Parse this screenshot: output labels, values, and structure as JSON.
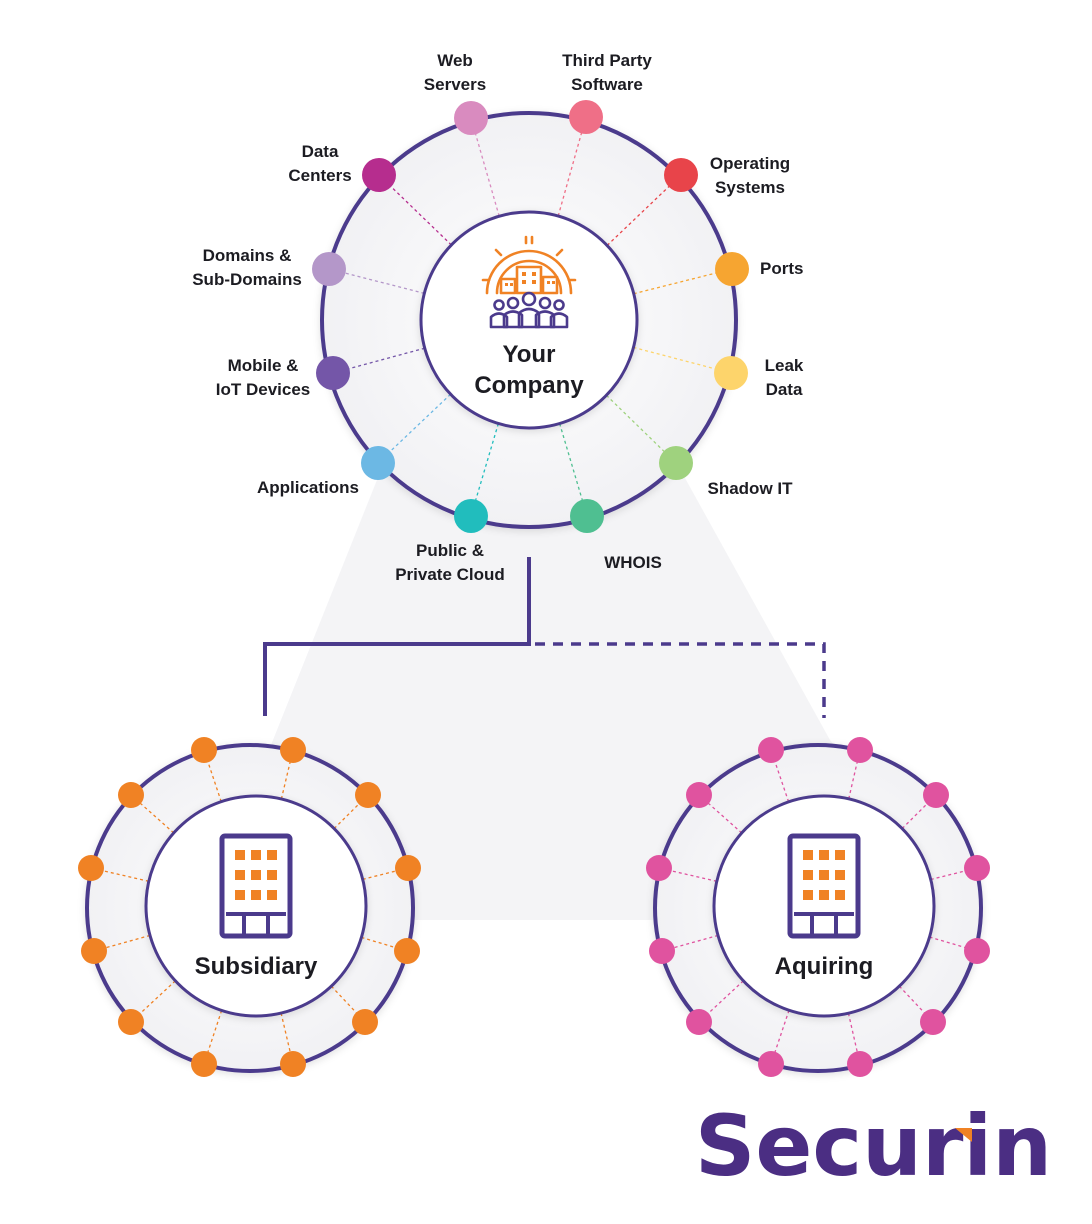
{
  "main_hub": {
    "title_line1": "Your",
    "title_line2": "Company",
    "icon": "company-gear-building-icon",
    "nodes": [
      {
        "key": "web-servers",
        "line1": "Web",
        "line2": "Servers",
        "color": "#d98bbf"
      },
      {
        "key": "third-party-software",
        "line1": "Third Party",
        "line2": "Software",
        "color": "#ef6f87"
      },
      {
        "key": "operating-systems",
        "line1": "Operating",
        "line2": "Systems",
        "color": "#e8444a"
      },
      {
        "key": "ports",
        "line1": "Ports",
        "line2": "",
        "color": "#f6a531"
      },
      {
        "key": "leak-data",
        "line1": "Leak",
        "line2": "Data",
        "color": "#fdd46b"
      },
      {
        "key": "shadow-it",
        "line1": "Shadow IT",
        "line2": "",
        "color": "#9fd27e"
      },
      {
        "key": "whois",
        "line1": "WHOIS",
        "line2": "",
        "color": "#4fbf91"
      },
      {
        "key": "public-private-cloud",
        "line1": "Public &",
        "line2": "Private Cloud",
        "color": "#21bdbd"
      },
      {
        "key": "applications",
        "line1": "Applications",
        "line2": "",
        "color": "#6cb8e4"
      },
      {
        "key": "mobile-iot-devices",
        "line1": "Mobile &",
        "line2": "IoT Devices",
        "color": "#7456a8"
      },
      {
        "key": "domains-sub-domains",
        "line1": "Domains &",
        "line2": "Sub-Domains",
        "color": "#b497c9"
      },
      {
        "key": "data-centers",
        "line1": "Data",
        "line2": "Centers",
        "color": "#b62d8e"
      }
    ]
  },
  "subsidiary": {
    "title": "Subsidiary",
    "icon": "office-building-icon",
    "node_color": "#f08224"
  },
  "aquiring": {
    "title": "Aquiring",
    "icon": "office-building-icon",
    "node_color": "#e0539f"
  },
  "colors": {
    "ring": "#4b3a8c",
    "connector": "#4b3a8c",
    "icon_orange": "#f08224",
    "logo_accent": "#f08224"
  },
  "logo": {
    "text": "Securin"
  }
}
